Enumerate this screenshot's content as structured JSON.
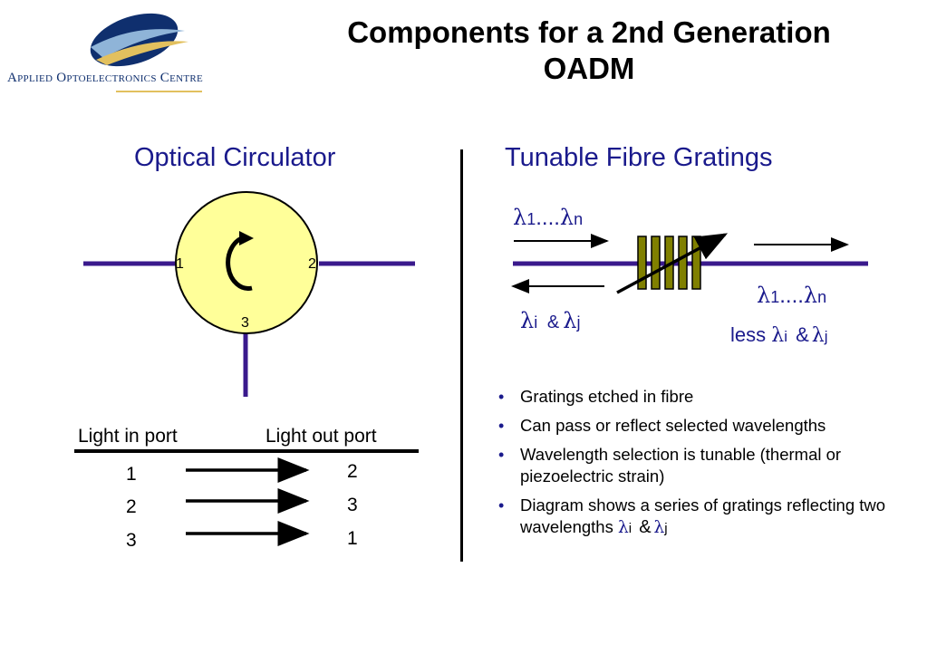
{
  "logo": {
    "text": "Applied Optoelectronics Centre",
    "colors": {
      "navy": "#0f2f6e",
      "light": "#8fb4d8",
      "gold": "#e2c05e"
    }
  },
  "title": "Components for a 2nd Generation\nOADM",
  "circulator": {
    "heading": "Optical Circulator",
    "port_labels": [
      "1",
      "2",
      "3"
    ],
    "fill_color": "#ffff99",
    "line_color": "#3a1a8c"
  },
  "port_table": {
    "in_header": "Light in port",
    "out_header": "Light out port",
    "rows": [
      {
        "in": "1",
        "out": "2"
      },
      {
        "in": "2",
        "out": "3"
      },
      {
        "in": "3",
        "out": "1"
      }
    ]
  },
  "gratings": {
    "heading": "Tunable Fibre Gratings",
    "input_label": {
      "lam": "λ",
      "sub1": "1",
      "dots": "....",
      "lam2": "λ",
      "sub2": "n"
    },
    "reflected_label": {
      "lam1": "λ",
      "sub_i": "i",
      "amp": "&",
      "lam2": "λ",
      "sub_j": "j"
    },
    "output_label": {
      "lam": "λ",
      "sub1": "1",
      "dots": "....",
      "lam2": "λ",
      "sub2": "n"
    },
    "output_less": {
      "less": "less",
      "lam1": "λ",
      "sub_i": "i",
      "amp": "&",
      "lam2": "λ",
      "sub_j": "j"
    },
    "grating_color": "#808000"
  },
  "bullets": [
    {
      "text": "Gratings etched in fibre"
    },
    {
      "text": "Can pass or reflect selected wavelengths"
    },
    {
      "text": "Wavelength selection is tunable (thermal or piezoelectric strain)"
    },
    {
      "text": "Diagram shows a series of gratings reflecting two wavelengths",
      "lam1": "λ",
      "sub_i": "i",
      "amp": "&",
      "lam2": "λ",
      "sub_j": "j"
    }
  ],
  "bullet_symbol": "•"
}
